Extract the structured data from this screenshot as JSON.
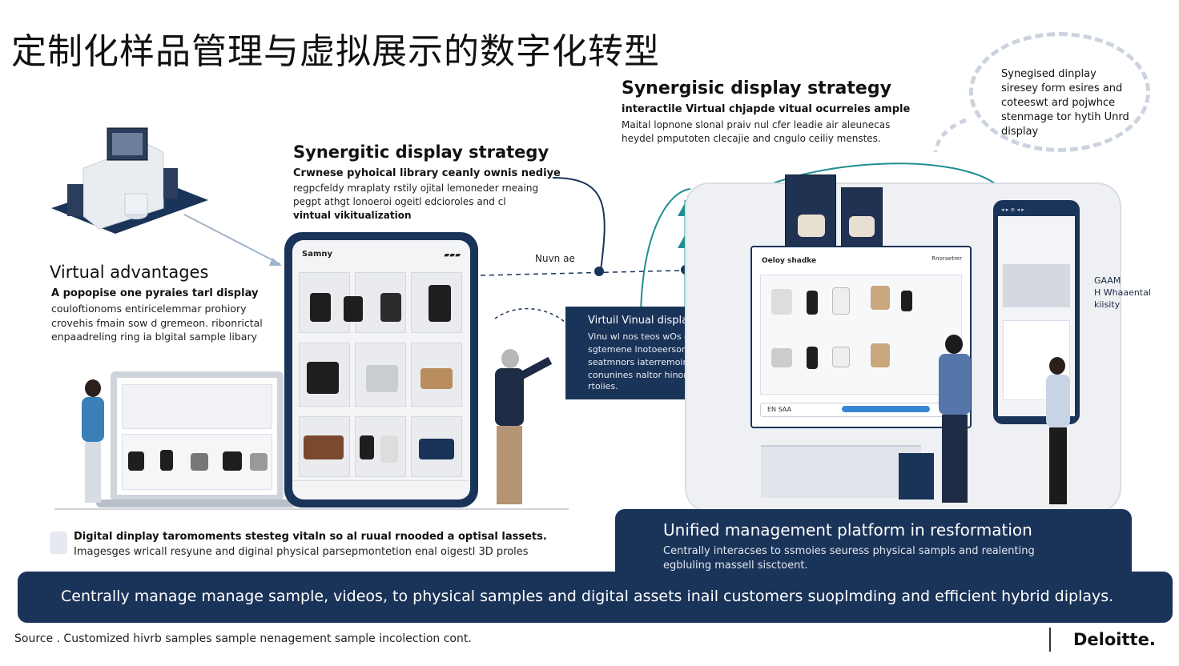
{
  "page": {
    "title": "定制化样品管理与虚拟展示的数字化转型"
  },
  "top_right_block": {
    "heading": "Synergisic display strategy",
    "line1": "interactile Virtual chjapde  vitual ocurreies ample",
    "line2": "Maital lopnone slonal praiv nul cfer leadie air aleunecas",
    "line3": "heydel pmputoten clecajie and cngulo ceiliy menstes."
  },
  "mid_block": {
    "heading": "Synergitic display strategy",
    "line1": "Crwnese pyhoical library ceanly ownis nediye",
    "line2": "regpcfeldy mraplaty rstily ojital lemoneder rneaing",
    "line3": "pegpt athgt lonoeroi ogeitl edcioroles and cl",
    "line4": "vintual vikitualization"
  },
  "left_block": {
    "heading": "Virtual advantages",
    "line1": "A popopise one pyraies tarl display",
    "line2": "couloftionoms entiricelemmar prohiory",
    "line3": "crovehis fmain sow d gremeon. ribonrictal",
    "line4": "enpaadreling ring ia blgital sample libary"
  },
  "phone": {
    "header": "Samny",
    "status": "▰▰▰"
  },
  "connector_label": "Nuvn ae",
  "virtual_panel": {
    "title": "Virtuil Vinual display",
    "line1": "Vinu wl nos teos wOs etd xs wnoods",
    "line2": "sgtemene lnotoeersomd",
    "line3": "seatmnors iaterremoimen",
    "line4": "conunines naltor hinoroweem",
    "line5": "rtoiies."
  },
  "monitor": {
    "header": "Oeloy shadke",
    "badge": "Rnoraetrer",
    "bar_text": "EN SAA"
  },
  "bubble": {
    "line1": "Synegised dinplay",
    "line2": "siresey form esires and",
    "line3": "coteeswt ard pojwhce",
    "line4": "stenmage tor hytih Unrd",
    "line5": "display"
  },
  "side_label": {
    "line1": "GAAM",
    "line2": "H Whaaental",
    "line3": "kiisity"
  },
  "lower_left": {
    "line1": "Digital dinplay taromoments stesteg vitaln so al ruual rnooded a optisal lassets.",
    "line2": "Imagesges wricall resyune and diginal  physical parsepmontetion enal oigestl 3D proles"
  },
  "platform_band": {
    "title": "Unified management platform in resformation",
    "line1": "Centrally interacses to ssmoies seuress physical sampls and realenting",
    "line2": "egbluling massell sisctoent."
  },
  "main_band": {
    "text": "Centrally manage manage sample, videos, to physical samples and digital assets inail customers suoplmding and efficient hybrid diplays."
  },
  "footer": {
    "source": "Source . Customized hivrb samples sample nenagement sample incolection cont.",
    "logo": "Deloitte."
  },
  "colors": {
    "navy": "#1a3358",
    "teal": "#1f8e8e",
    "accent_blue": "#3a86d6"
  }
}
